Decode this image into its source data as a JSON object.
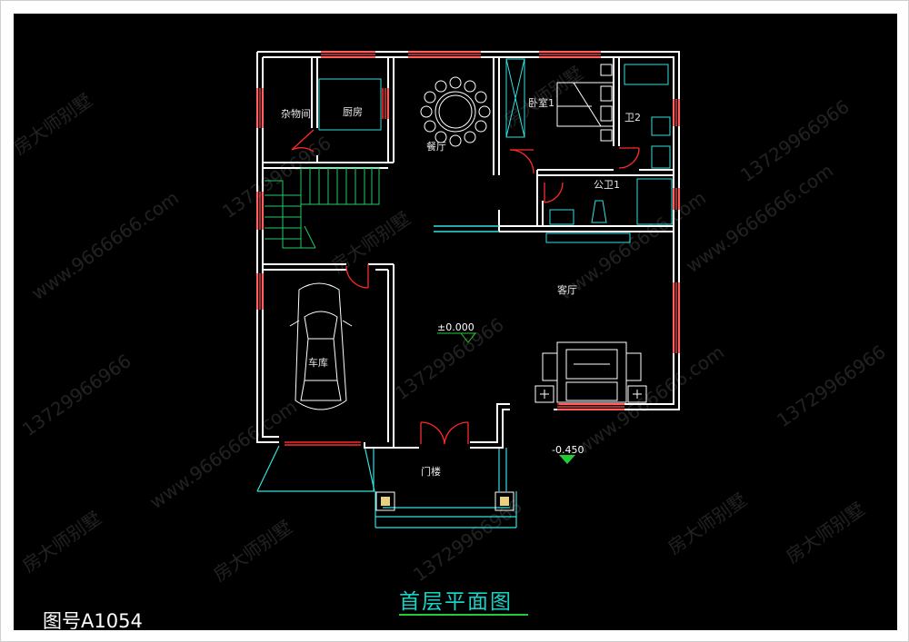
{
  "drawing": {
    "title": "首层平面图",
    "number": "图号A1054"
  },
  "rooms": {
    "storage": "杂物间",
    "kitchen": "厨房",
    "dining": "餐厅",
    "bedroom": "卧室1",
    "bath2": "卫2",
    "bath_public": "公卫1",
    "living": "客厅",
    "garage": "车库",
    "porch": "门楼"
  },
  "levels": {
    "main": "±0.000",
    "outdoor": "-0.450"
  },
  "watermarks": [
    "房大师别墅",
    "13729966966",
    "www.9666666.com"
  ],
  "colors": {
    "background": "#000000",
    "wall": "#ffffff",
    "window": "#ff2a2a",
    "door": "#ff2a2a",
    "fixture": "#33e0e0",
    "stair": "#22cc66",
    "title": "#14d4c8",
    "title_underline": "#22cc33",
    "level_marker": "#22cc33"
  }
}
